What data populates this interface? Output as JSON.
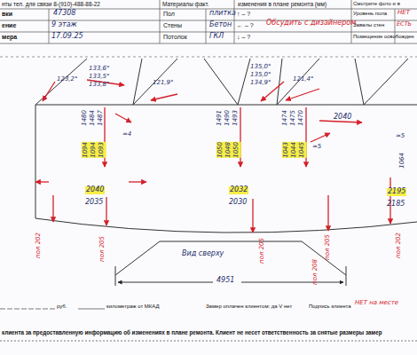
{
  "diagram": {
    "labels": [
      "нты тел. для связи 8-(910)-488-88-22",
      "Материалы факт.",
      "изменения в плане ремонта (мм)",
      "Смотрите фото и в",
      "вки",
      "47308",
      "ение",
      "9 этаж",
      "мера",
      "17.09.25",
      "Пол",
      "плитка",
      "Стены",
      "Бетон",
      "Потолок",
      "ГКЛ",
      "↑ – ?",
      "← – ?",
      "↓ – ?",
      "Обсудить с дизайнером",
      "Уровень пола",
      "НЕТ",
      "Завалы стен",
      "ЕСТЬ",
      "Помещение освобожден",
      "123,2°",
      "133,6°",
      "133,5°",
      "133,8°",
      "121,9°",
      "135,0°",
      "135,0°",
      "134,9°",
      "121,4°",
      "1480",
      "1484",
      "1487",
      "1094",
      "1094",
      "1093",
      "1491",
      "1490",
      "1493",
      "1050",
      "1048",
      "1050",
      "1474",
      "1475",
      "1470",
      "1043",
      "1044",
      "1045",
      "≈4",
      "≈5",
      "≈5",
      "2040",
      "2035",
      "2032",
      "2030",
      "2195",
      "2185",
      "2040",
      "1064",
      "пол 202",
      "пол 205",
      "пол 205",
      "пол 205",
      "пол 202",
      "пол 208",
      "Вид сверху",
      "4951",
      "руб.",
      "километраж от МКАД",
      "Замер оплачен клиентом: да V нет",
      "Подпись клиента",
      "НЕТ на месте",
      "клиента за предоставленную информацию об изменениях в плане ремонта. Клиент не несет ответственность за снятые размеры замер"
    ]
  }
}
